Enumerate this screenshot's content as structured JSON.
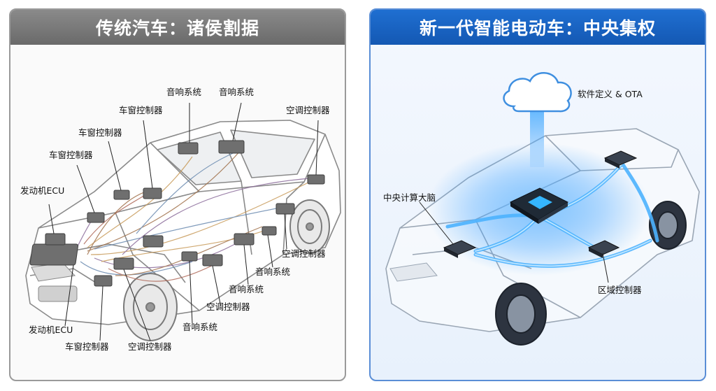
{
  "left": {
    "title": "传统汽车：诸侯割据",
    "labels": [
      "音响系统",
      "音响系统",
      "车窗控制器",
      "空调控制器",
      "车窗控制器",
      "车窗控制器",
      "发动机ECU",
      "空调控制器",
      "音响系统",
      "音响系统",
      "空调控制器",
      "音响系统",
      "发动机ECU",
      "车窗控制器",
      "空调控制器"
    ]
  },
  "right": {
    "title": "新一代智能电动车：中央集权",
    "labels": {
      "cloud": "软件定义 & OTA",
      "central": "中央计算大脑",
      "zone": "区域控制器"
    }
  },
  "colors": {
    "left_border": "#9a9a9a",
    "left_header": "#777777",
    "right_border": "#5a8ed6",
    "right_header": "#1a63c2",
    "glow": "#3aa0ff"
  }
}
